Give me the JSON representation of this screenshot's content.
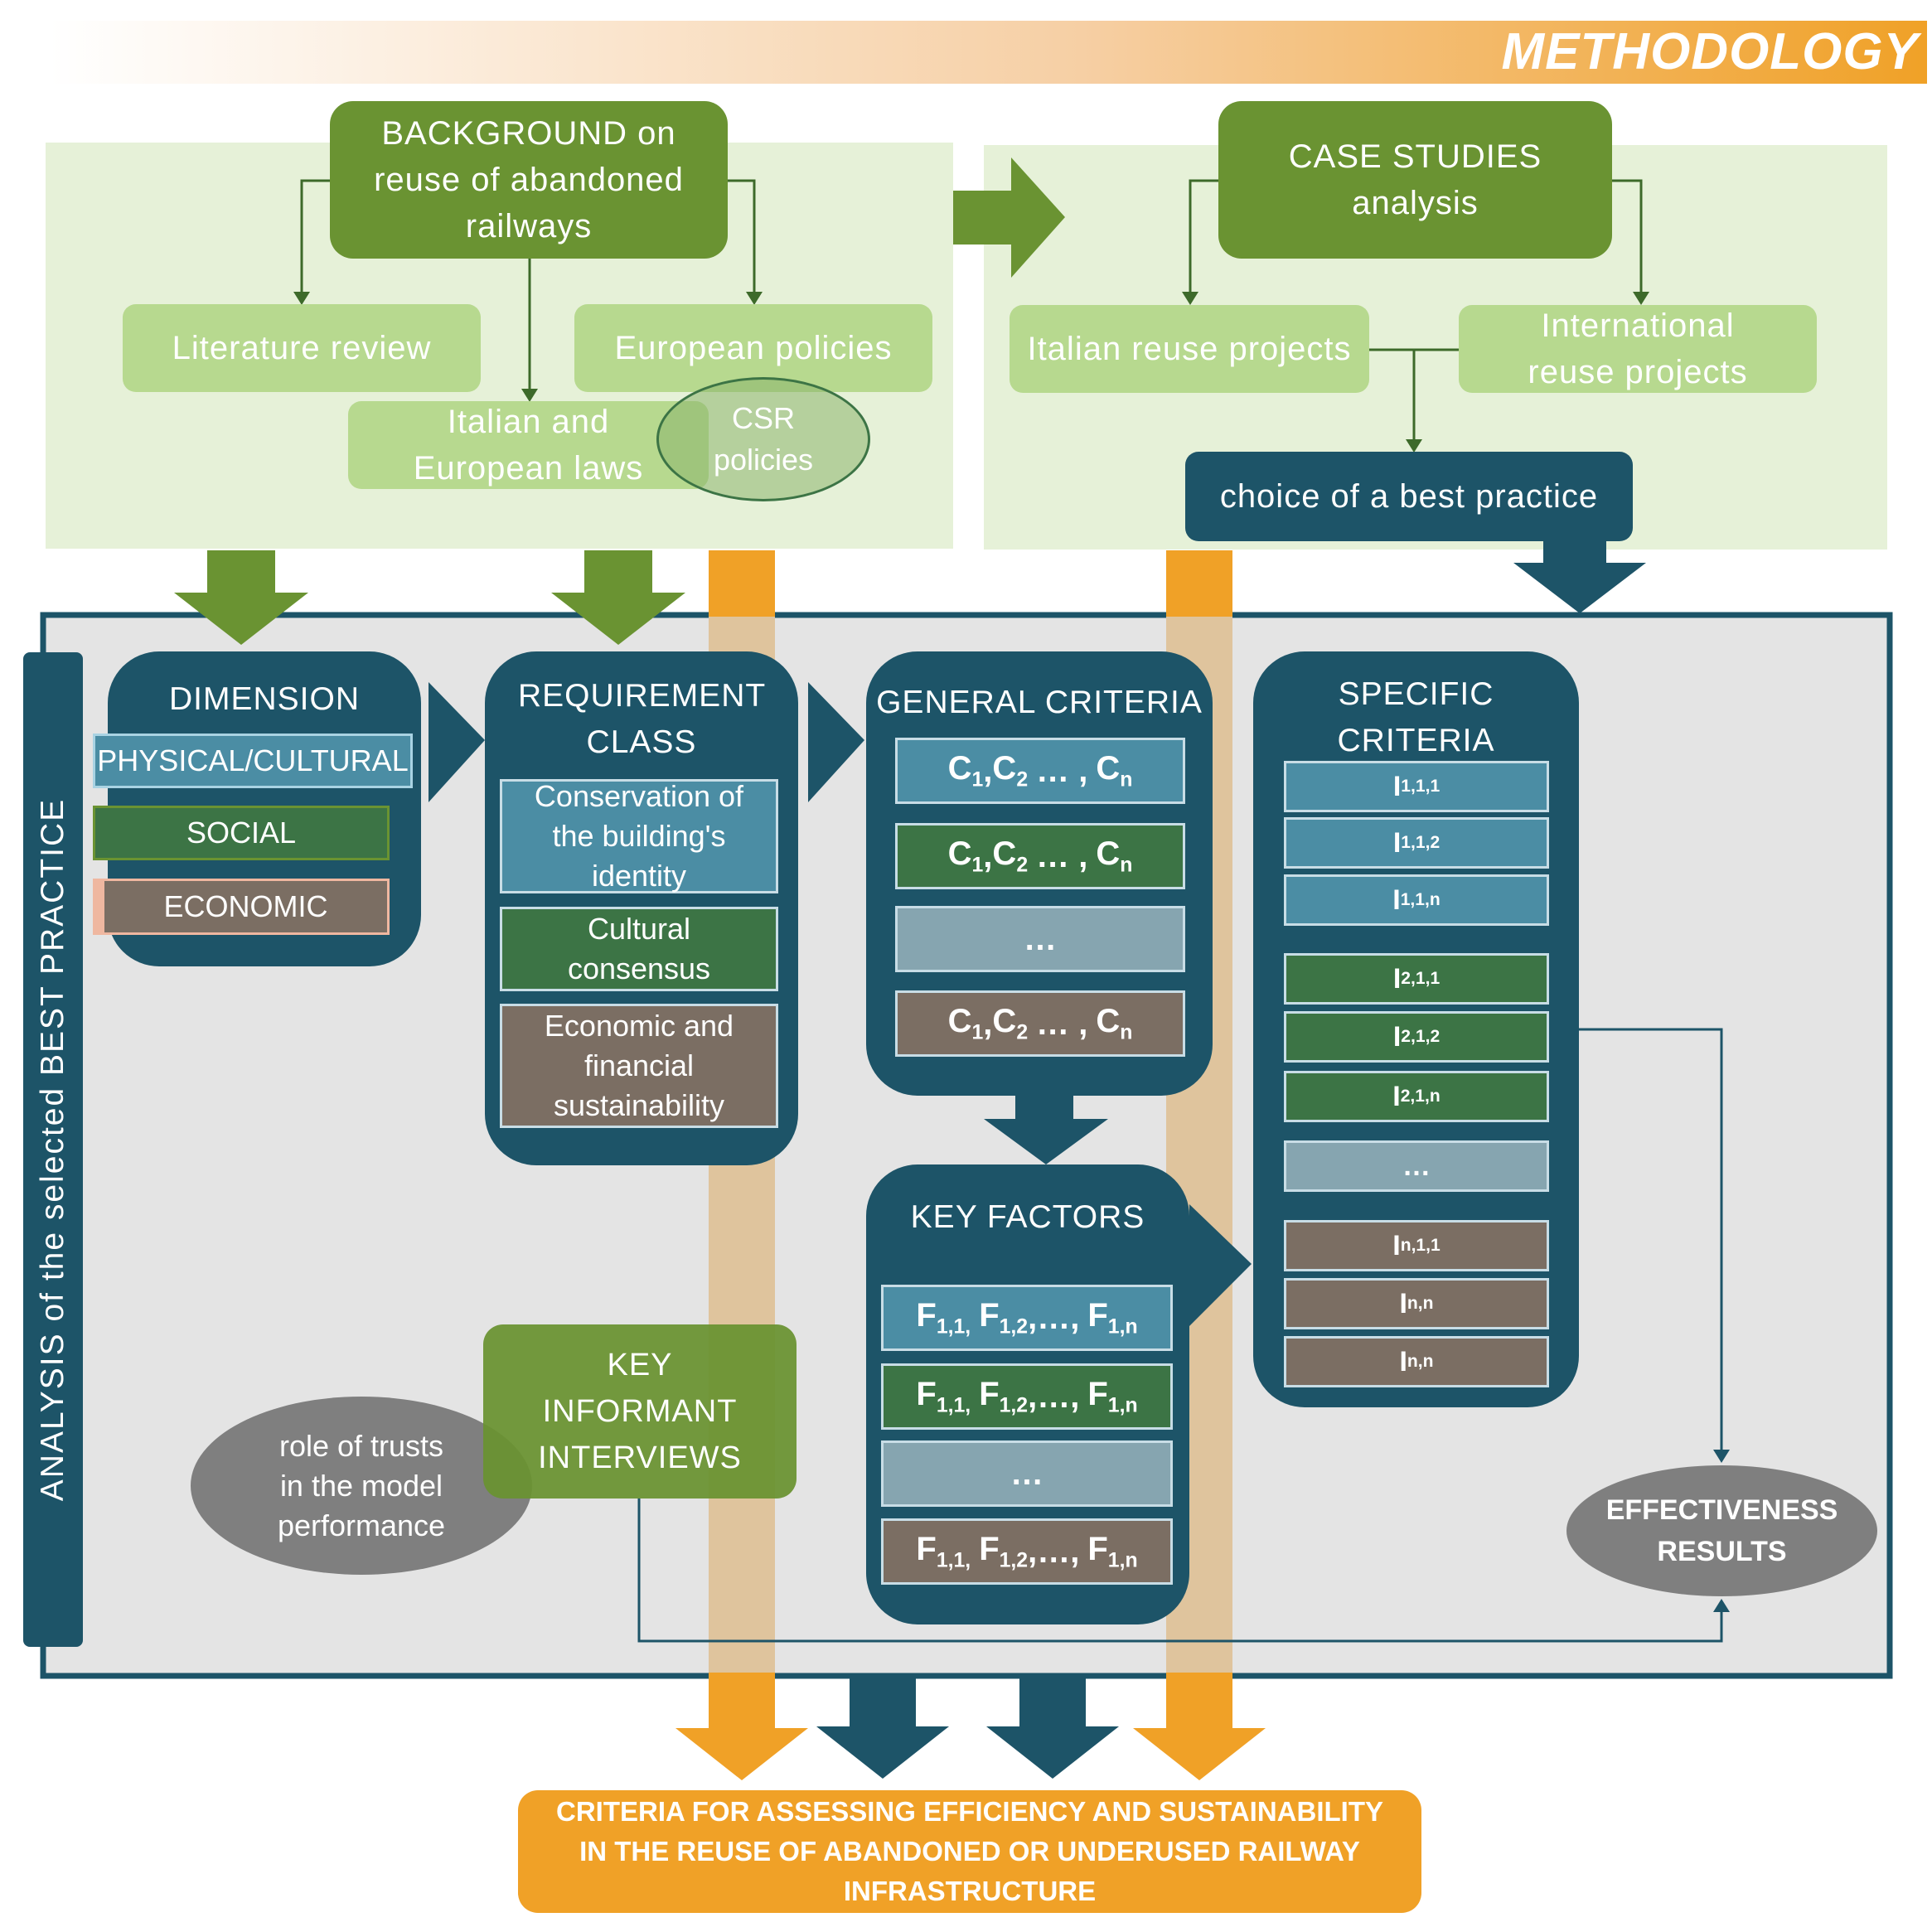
{
  "banner": {
    "title": "METHODOLOGY"
  },
  "background": {
    "title": "BACKGROUND on reuse of abandoned railways",
    "literature": "Literature review",
    "european_policies": "European policies",
    "laws": "Italian and European laws",
    "csr": "CSR policies"
  },
  "case_studies": {
    "title": "CASE STUDIES analysis",
    "italian": "Italian reuse projects",
    "international": "International reuse projects",
    "choice": "choice of a best practice"
  },
  "side_label": "ANALYSIS of the selected BEST PRACTICE",
  "dimension": {
    "title": "DIMENSION",
    "items": [
      "PHYSICAL/CULTURAL",
      "SOCIAL",
      "ECONOMIC"
    ]
  },
  "requirement": {
    "title": "REQUIREMENT CLASS",
    "items": [
      "Conservation of the building's identity",
      "Cultural consensus",
      "Economic and financial sustainability"
    ]
  },
  "general": {
    "title": "GENERAL CRITERIA",
    "c_sep": ", ",
    "c_ellipsis": "… ,",
    "ellipsis": "…"
  },
  "specific": {
    "title": "SPECIFIC CRITERIA",
    "ellipsis": "…"
  },
  "key_factors": {
    "title": "KEY FACTORS",
    "ellipsis": "…",
    "f_mid": ",…,"
  },
  "interviews": {
    "title": "KEY INFORMANT INTERVIEWS"
  },
  "trusts": {
    "label": "role of trusts in the model performance"
  },
  "effectiveness": {
    "label": "EFFECTIVENESS RESULTS"
  },
  "output": {
    "label": "CRITERIA FOR ASSESSING EFFICIENCY AND SUSTAINABILITY IN THE REUSE OF ABANDONED OR UNDERUSED RAILWAY INFRASTRUCTURE"
  },
  "colors": {
    "orange": "#f0a127",
    "dark_teal": "#1d5468",
    "green": "#6a9332",
    "light_green": "#b7d98f",
    "pale_green": "#e6f1d8",
    "blue": "#4b8da4",
    "dark_green": "#3c7445",
    "brown": "#7b6e63",
    "grey_blue": "#86a5b0",
    "grey": "#7f7f7f"
  }
}
